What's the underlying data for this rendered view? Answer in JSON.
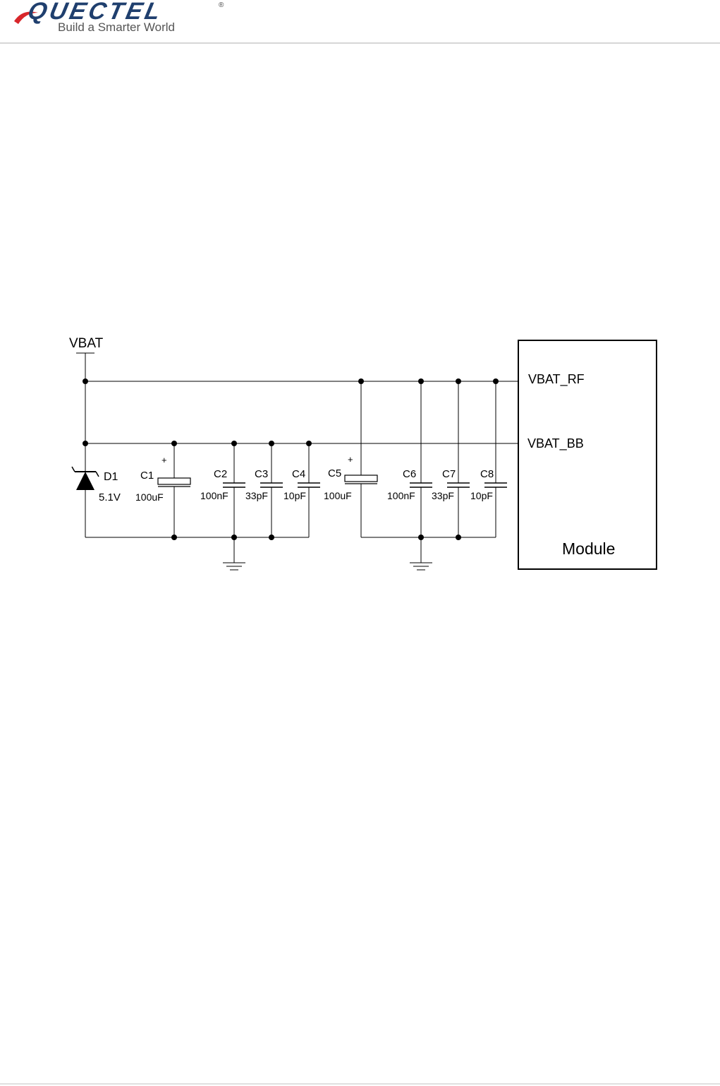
{
  "header": {
    "logo_text": "QUECTEL",
    "logo_registered": "®",
    "tagline": "Build a Smarter World"
  },
  "diagram": {
    "supply_label": "VBAT",
    "module": {
      "label": "Module",
      "pins": [
        "VBAT_RF",
        "VBAT_BB"
      ]
    },
    "diode": {
      "ref": "D1",
      "value": "5.1V"
    },
    "capacitors": [
      {
        "ref": "C1",
        "value": "100uF",
        "polarized": true,
        "net": "VBAT_BB"
      },
      {
        "ref": "C2",
        "value": "100nF",
        "polarized": false,
        "net": "VBAT_BB"
      },
      {
        "ref": "C3",
        "value": "33pF",
        "polarized": false,
        "net": "VBAT_BB"
      },
      {
        "ref": "C4",
        "value": "10pF",
        "polarized": false,
        "net": "VBAT_BB"
      },
      {
        "ref": "C5",
        "value": "100uF",
        "polarized": true,
        "net": "VBAT_RF"
      },
      {
        "ref": "C6",
        "value": "100nF",
        "polarized": false,
        "net": "VBAT_RF"
      },
      {
        "ref": "C7",
        "value": "33pF",
        "polarized": false,
        "net": "VBAT_RF"
      },
      {
        "ref": "C8",
        "value": "10pF",
        "polarized": false,
        "net": "VBAT_RF"
      }
    ],
    "plus_sign": "+"
  }
}
